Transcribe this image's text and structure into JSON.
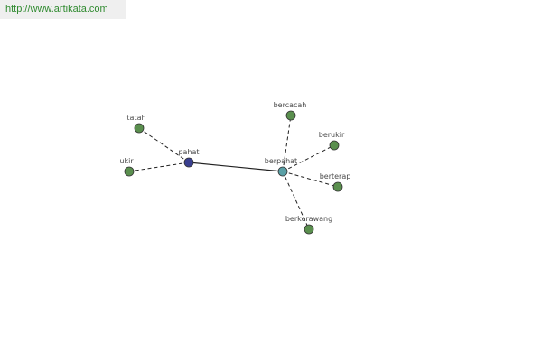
{
  "site": {
    "url_text": "http://www.artikata.com"
  },
  "colors": {
    "leaf_node": "#5a8f4e",
    "root_node": "#3a3f8f",
    "hub_node": "#5aa0a6",
    "node_outline": "#333333",
    "edge": "#222222",
    "label": "#4a4a4a",
    "url_text": "#2f8a2f",
    "banner_bg": "#efefef"
  },
  "graph": {
    "nodes": [
      {
        "id": "pahat",
        "label": "pahat",
        "kind": "root"
      },
      {
        "id": "berpahat",
        "label": "berpahat",
        "kind": "hub"
      },
      {
        "id": "tatah",
        "label": "tatah",
        "kind": "leaf"
      },
      {
        "id": "ukir",
        "label": "ukir",
        "kind": "leaf"
      },
      {
        "id": "bercacah",
        "label": "bercacah",
        "kind": "leaf"
      },
      {
        "id": "berukir",
        "label": "berukir",
        "kind": "leaf"
      },
      {
        "id": "berterap",
        "label": "berterap",
        "kind": "leaf"
      },
      {
        "id": "berkerawang",
        "label": "berkerawang",
        "kind": "leaf"
      }
    ],
    "edges": [
      {
        "from": "pahat",
        "to": "berpahat",
        "style": "solid"
      },
      {
        "from": "pahat",
        "to": "tatah",
        "style": "dashed"
      },
      {
        "from": "pahat",
        "to": "ukir",
        "style": "dashed"
      },
      {
        "from": "berpahat",
        "to": "bercacah",
        "style": "dashed"
      },
      {
        "from": "berpahat",
        "to": "berukir",
        "style": "dashed"
      },
      {
        "from": "berpahat",
        "to": "berterap",
        "style": "dashed"
      },
      {
        "from": "berpahat",
        "to": "berkerawang",
        "style": "dashed"
      }
    ]
  }
}
